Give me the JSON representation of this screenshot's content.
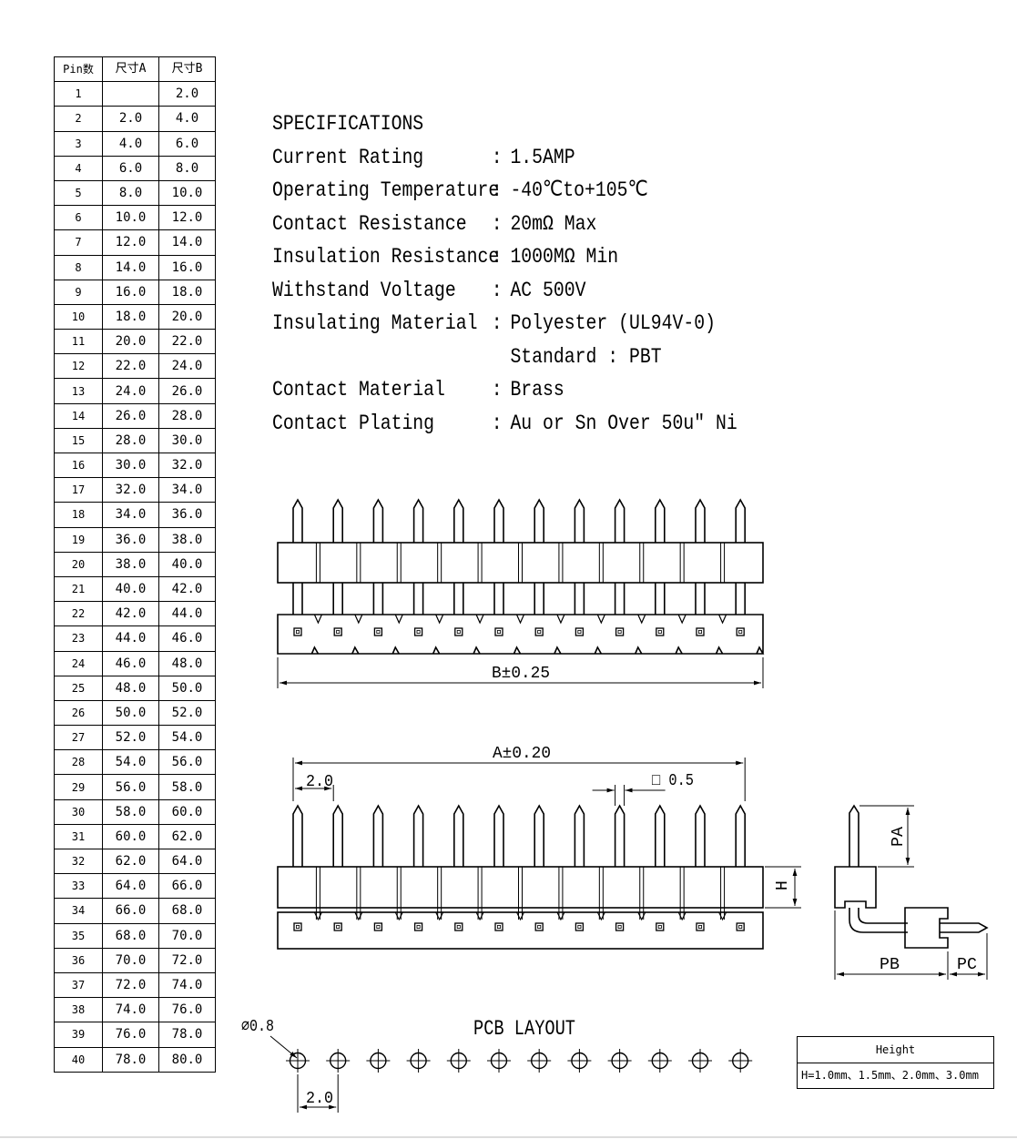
{
  "table": {
    "headers": [
      "Pin数",
      "尺寸A",
      "尺寸B"
    ],
    "rows": [
      [
        "1",
        "",
        "2.0"
      ],
      [
        "2",
        "2.0",
        "4.0"
      ],
      [
        "3",
        "4.0",
        "6.0"
      ],
      [
        "4",
        "6.0",
        "8.0"
      ],
      [
        "5",
        "8.0",
        "10.0"
      ],
      [
        "6",
        "10.0",
        "12.0"
      ],
      [
        "7",
        "12.0",
        "14.0"
      ],
      [
        "8",
        "14.0",
        "16.0"
      ],
      [
        "9",
        "16.0",
        "18.0"
      ],
      [
        "10",
        "18.0",
        "20.0"
      ],
      [
        "11",
        "20.0",
        "22.0"
      ],
      [
        "12",
        "22.0",
        "24.0"
      ],
      [
        "13",
        "24.0",
        "26.0"
      ],
      [
        "14",
        "26.0",
        "28.0"
      ],
      [
        "15",
        "28.0",
        "30.0"
      ],
      [
        "16",
        "30.0",
        "32.0"
      ],
      [
        "17",
        "32.0",
        "34.0"
      ],
      [
        "18",
        "34.0",
        "36.0"
      ],
      [
        "19",
        "36.0",
        "38.0"
      ],
      [
        "20",
        "38.0",
        "40.0"
      ],
      [
        "21",
        "40.0",
        "42.0"
      ],
      [
        "22",
        "42.0",
        "44.0"
      ],
      [
        "23",
        "44.0",
        "46.0"
      ],
      [
        "24",
        "46.0",
        "48.0"
      ],
      [
        "25",
        "48.0",
        "50.0"
      ],
      [
        "26",
        "50.0",
        "52.0"
      ],
      [
        "27",
        "52.0",
        "54.0"
      ],
      [
        "28",
        "54.0",
        "56.0"
      ],
      [
        "29",
        "56.0",
        "58.0"
      ],
      [
        "30",
        "58.0",
        "60.0"
      ],
      [
        "31",
        "60.0",
        "62.0"
      ],
      [
        "32",
        "62.0",
        "64.0"
      ],
      [
        "33",
        "64.0",
        "66.0"
      ],
      [
        "34",
        "66.0",
        "68.0"
      ],
      [
        "35",
        "68.0",
        "70.0"
      ],
      [
        "36",
        "70.0",
        "72.0"
      ],
      [
        "37",
        "72.0",
        "74.0"
      ],
      [
        "38",
        "74.0",
        "76.0"
      ],
      [
        "39",
        "76.0",
        "78.0"
      ],
      [
        "40",
        "78.0",
        "80.0"
      ]
    ]
  },
  "specs": {
    "title": "SPECIFICATIONS",
    "items": [
      {
        "label": "Current Rating",
        "value": "1.5AMP"
      },
      {
        "label": "Operating Temperature",
        "value": "-40℃to+105℃"
      },
      {
        "label": "Contact Resistance",
        "value": "20mΩ Max"
      },
      {
        "label": "Insulation Resistance",
        "value": "1000MΩ Min"
      },
      {
        "label": "Withstand Voltage",
        "value": "AC 500V"
      },
      {
        "label": "Insulating Material",
        "value": "Polyester (UL94V-0)"
      },
      {
        "label": "",
        "value": "Standard : PBT",
        "continuation": true
      },
      {
        "label": "Contact Material",
        "value": "Brass"
      },
      {
        "label": "Contact Plating",
        "value": "Au or Sn Over 50u\" Ni"
      }
    ]
  },
  "front_view": {
    "dim_b": "B±0.25",
    "pin_count": 12
  },
  "side_view": {
    "dim_a": "A±0.20",
    "dim_pitch": "2.0",
    "dim_pin": "□ 0.5",
    "dim_h": "H"
  },
  "profile_view": {
    "dim_pa": "PA",
    "dim_pb": "PB",
    "dim_pc": "PC"
  },
  "pcb_layout": {
    "title": "PCB LAYOUT",
    "dim_hole": "⌀0.8",
    "dim_pitch": "2.0"
  },
  "height_box": {
    "title": "Height",
    "value": "H=1.0mm、1.5mm、2.0mm、3.0mm"
  }
}
